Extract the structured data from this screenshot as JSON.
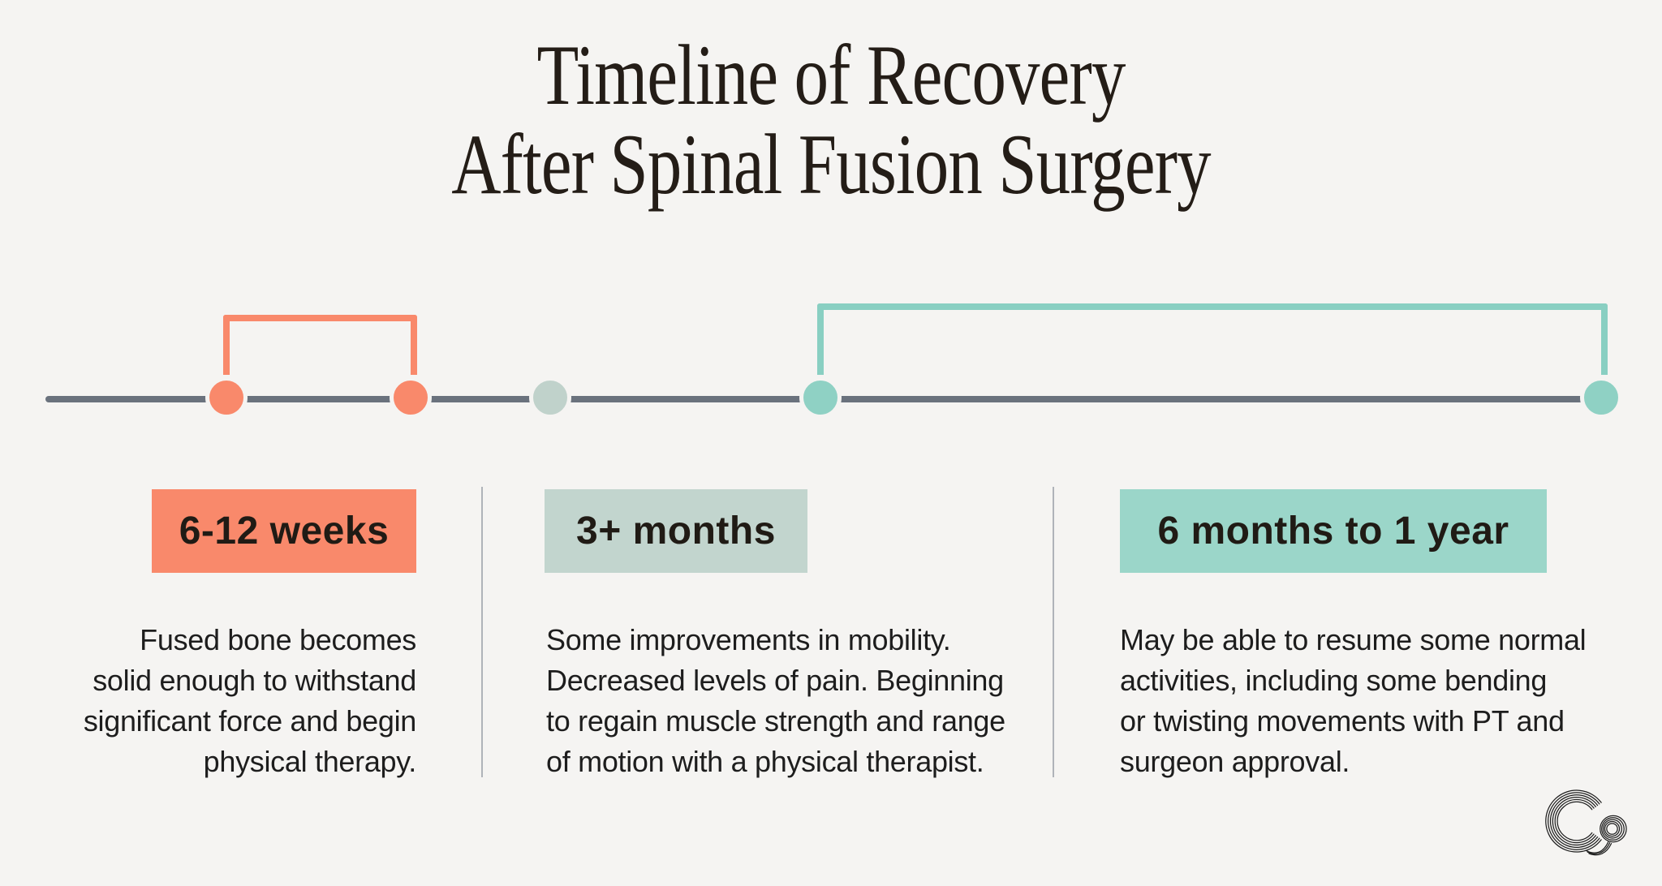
{
  "title": {
    "line1": "Timeline of Recovery",
    "line2": "After Spinal Fusion Surgery"
  },
  "columns": [
    {
      "label": "6-12 weeks",
      "lines": [
        "Fused bone becomes",
        "solid enough to withstand",
        "significant force and begin",
        "physical therapy."
      ]
    },
    {
      "label": "3+ months",
      "lines": [
        "Some improvements in mobility.",
        "Decreased levels of pain. Beginning",
        "to regain muscle strength and range",
        "of motion with a physical therapist."
      ]
    },
    {
      "label": "6 months to 1 year",
      "lines": [
        "May be able to resume some normal",
        "activities, including some bending",
        "or twisting movements with PT and",
        "surgeon approval."
      ]
    }
  ],
  "timeline": {
    "periods": [
      {
        "label": "6-12 weeks",
        "dots": 2,
        "bracket": true
      },
      {
        "label": "3+ months",
        "dots": 1,
        "bracket": false
      },
      {
        "label": "6 months to 1 year",
        "dots": 2,
        "bracket": true
      }
    ]
  },
  "colors": {
    "background": "#F5F4F2",
    "title_text": "#241D17",
    "body_text": "#1D1D1D",
    "label_text": "#201B15",
    "axis": "#6A727D",
    "divider": "#AFB3B9",
    "orange": "#F9896B",
    "sage_box": "#C2D5CE",
    "sage_dot": "#C0D2CB",
    "teal_box": "#9BD6C9",
    "teal_dot": "#8FD1C4",
    "teal_bracket": "#89CFC2",
    "logo": "#1E1E1E"
  },
  "logo": {
    "name": "co-monogram"
  }
}
